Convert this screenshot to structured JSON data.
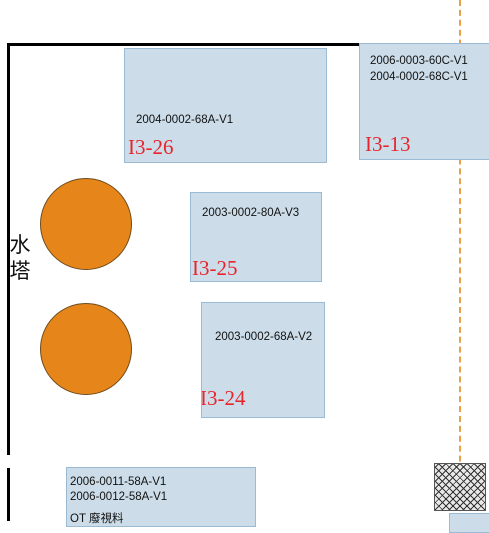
{
  "water_tower": {
    "chars": [
      "水",
      "塔"
    ]
  },
  "areas": [
    {
      "label": "I3-26",
      "codes": [
        "2004-0002-68A-V1"
      ]
    },
    {
      "label": "I3-13",
      "codes": [
        "2006-0003-60C-V1",
        "2004-0002-68C-V1"
      ]
    },
    {
      "label": "I3-25",
      "codes": [
        "2003-0002-80A-V3"
      ]
    },
    {
      "label": "I3-24",
      "codes": [
        "2003-0002-68A-V2"
      ]
    },
    {
      "label": "",
      "codes": [
        "2006-0011-58A-V1",
        "2006-0012-58A-V1",
        "OT 廢視料"
      ]
    }
  ],
  "colors": {
    "area_fill": "#ccdde9",
    "area_border": "#9bbbd4",
    "label_red": "#e8242c",
    "tank_orange": "#e6861a",
    "dashed_line": "#e8a04a"
  }
}
